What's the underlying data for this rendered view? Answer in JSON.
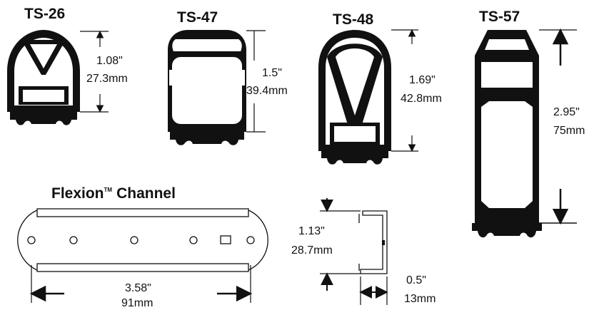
{
  "profiles": [
    {
      "name": "TS-26",
      "dim_in": "1.08\"",
      "dim_mm": "27.3mm"
    },
    {
      "name": "TS-47",
      "dim_in": "1.5\"",
      "dim_mm": "39.4mm"
    },
    {
      "name": "TS-48",
      "dim_in": "1.69\"",
      "dim_mm": "42.8mm"
    },
    {
      "name": "TS-57",
      "dim_in": "2.95\"",
      "dim_mm": "75mm"
    }
  ],
  "channel": {
    "title": "Flexion",
    "trademark": "TM",
    "title_suffix": "Channel",
    "length_in": "3.58\"",
    "length_mm": "91mm",
    "height_in": "1.13\"",
    "height_mm": "28.7mm",
    "width_in": "0.5\"",
    "width_mm": "13mm"
  },
  "colors": {
    "ink": "#111111",
    "background": "#ffffff"
  }
}
